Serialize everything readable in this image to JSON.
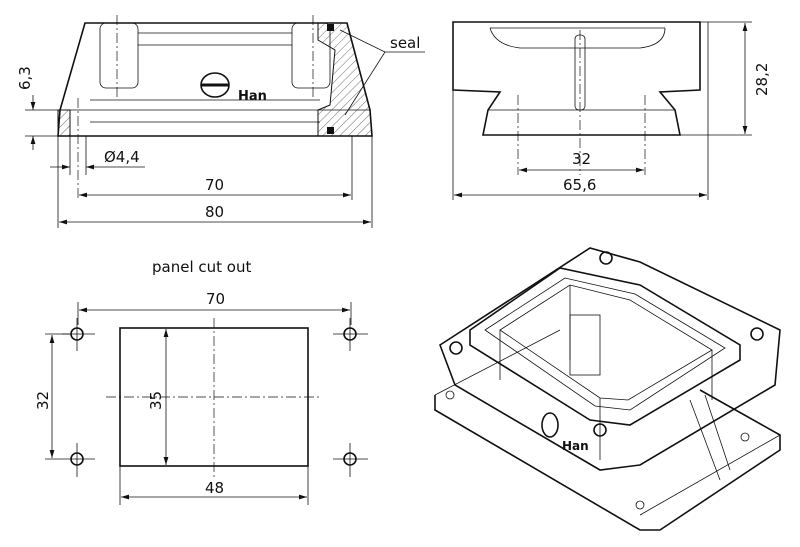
{
  "front_view": {
    "seal_label": "seal",
    "logo_text": "Han",
    "dim_height": "6,3",
    "dim_hole": "Ø4,4",
    "dim_hole_spacing": "70",
    "dim_overall_width": "80"
  },
  "side_view": {
    "dim_height": "28,2",
    "dim_hole_spacing": "32",
    "dim_overall_width": "65,6"
  },
  "panel_cutout": {
    "title": "panel cut out",
    "dim_hole_spacing_x": "70",
    "dim_hole_spacing_y": "32",
    "dim_cutout_height": "35",
    "dim_cutout_width": "48"
  },
  "iso_view": {
    "logo_text": "Han"
  }
}
